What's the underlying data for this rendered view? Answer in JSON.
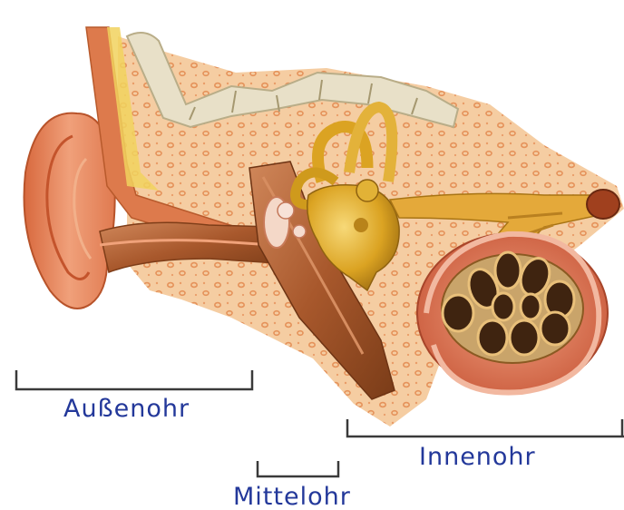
{
  "labels": {
    "outer_ear": "Außenohr",
    "middle_ear": "Mittelohr",
    "inner_ear": "Innenohr"
  },
  "colors": {
    "label_text": "#23389a",
    "bracket_line": "#3a3a3a",
    "bone": "#f2c69a",
    "bone_dot": "#e8955e",
    "skin": "#e77a4e",
    "canal": "#b8612f",
    "ossicles": "#dba322",
    "cochlea": "#3f2410",
    "nerve": "#e0a431"
  }
}
